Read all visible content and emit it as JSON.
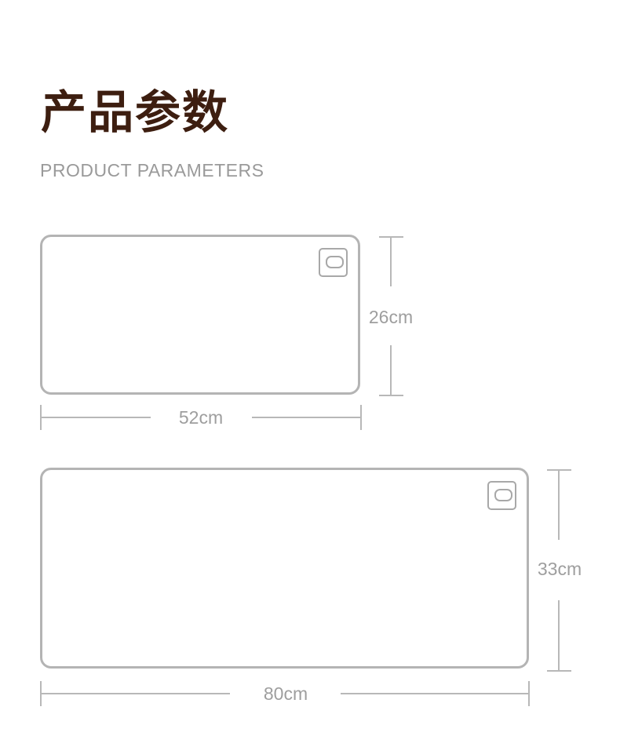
{
  "header": {
    "title": "产品参数",
    "subtitle": "PRODUCT PARAMETERS"
  },
  "products": [
    {
      "width_label": "52cm",
      "height_label": "26cm"
    },
    {
      "width_label": "80cm",
      "height_label": "33cm"
    }
  ],
  "colors": {
    "title": "#3d1e10",
    "subtitle": "#9a9a9a",
    "outline": "#b4b4b4",
    "dimension": "#9e9e9e"
  },
  "icons": [
    "control-button-icon"
  ]
}
